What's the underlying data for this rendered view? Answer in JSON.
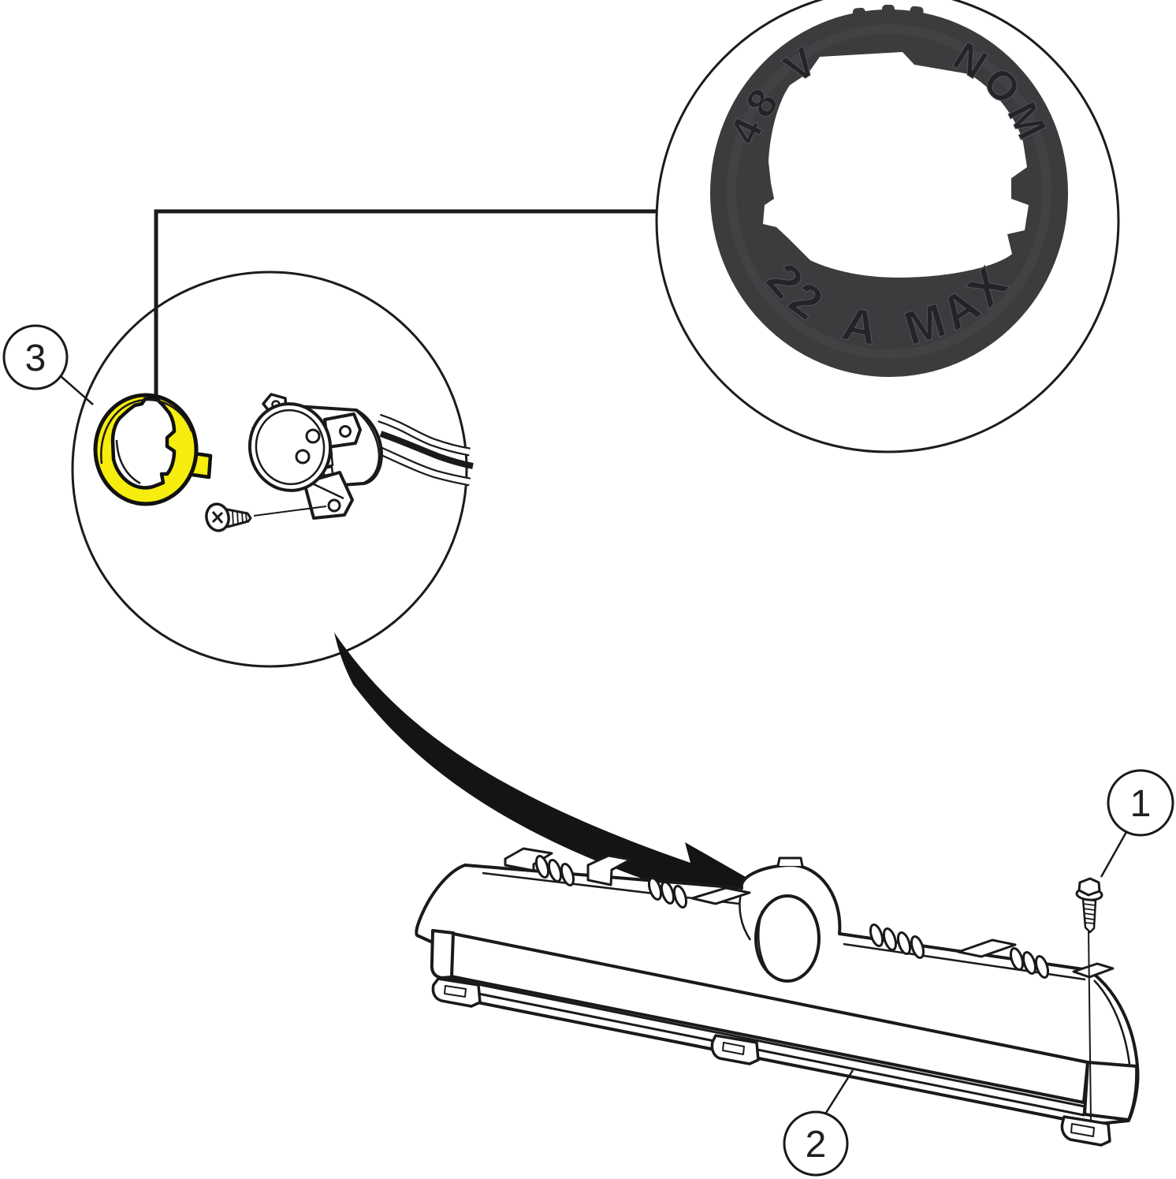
{
  "figure": {
    "title": "Key switch retaining ring parts diagram",
    "background_color": "#ffffff",
    "line_color": "#1a1a1a",
    "highlight_color": "#f6ec0e",
    "ring_color": "#3c3c3e",
    "ring_text_color": "#242428"
  },
  "photo_inset": {
    "part": "retaining-ring-photo",
    "markings": {
      "top_left": "48 V",
      "top_right": "NOM",
      "bottom": "22 A MAX"
    }
  },
  "detail_inset": {
    "parts": [
      "retaining-ring-highlighted",
      "key-switch-with-wires",
      "mounting-screw"
    ]
  },
  "callouts": [
    {
      "number": "1",
      "part": "hex flange bolt"
    },
    {
      "number": "2",
      "part": "console bracket"
    },
    {
      "number": "3",
      "part": "retaining ring"
    }
  ]
}
